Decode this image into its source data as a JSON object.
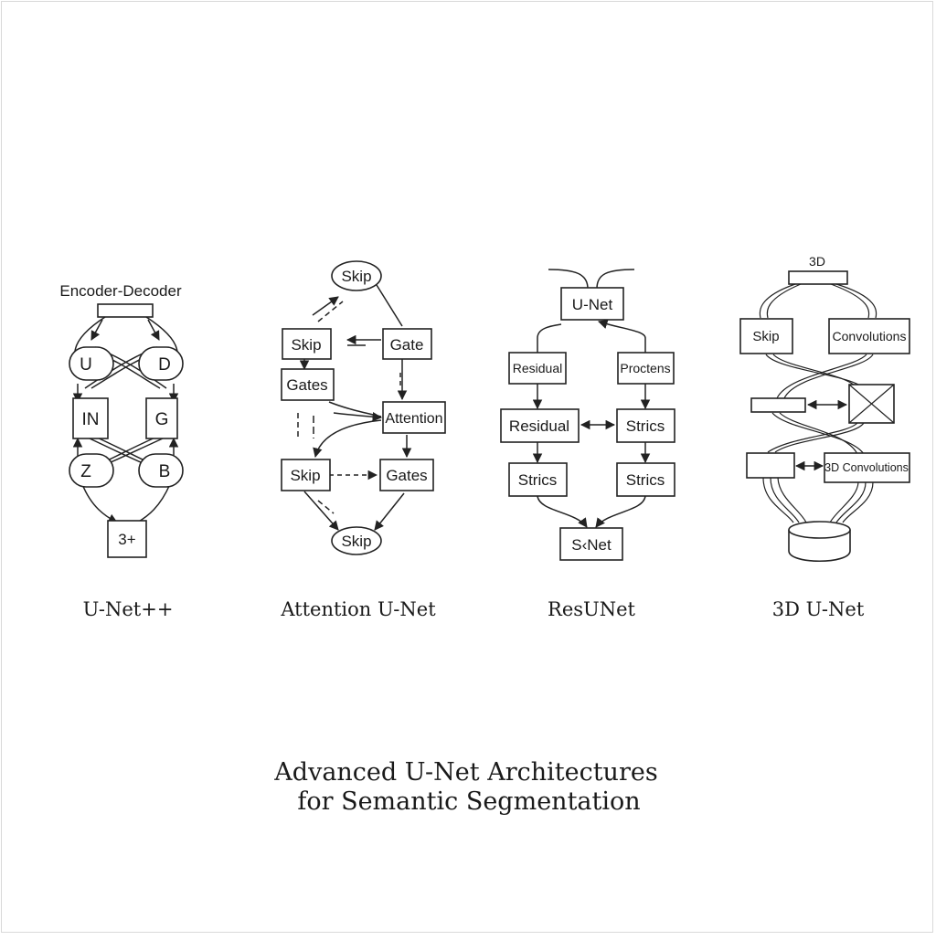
{
  "title": {
    "line1": "Advanced U-Net Architectures",
    "line2": "for Semantic Segmentation"
  },
  "unetpp": {
    "label": "Encoder-Decoder",
    "nodes": {
      "u": "U",
      "d": "D",
      "in": "IN",
      "g": "G",
      "z": "Z",
      "b": "B",
      "out": "3+"
    },
    "caption": "U-Net++"
  },
  "attention": {
    "nodes": {
      "skip_top": "Skip",
      "skip_left": "Skip",
      "gate": "Gate",
      "gates_left": "Gates",
      "attention": "Attention",
      "skip_low": "Skip",
      "gates_low": "Gates",
      "skip_bottom": "Skip"
    },
    "caption": "Attention U-Net"
  },
  "resunet": {
    "nodes": {
      "unet": "U-Net",
      "residual_left": "Residual",
      "proctens": "Proctens",
      "residual_mid": "Residual",
      "strics_mid": "Strics",
      "strics_left": "Strics",
      "strics_right": "Strics",
      "snet": "S‹Net"
    },
    "caption": "ResUNet"
  },
  "unet3d": {
    "label": "3D",
    "nodes": {
      "skip": "Skip",
      "convolutions": "Convolutions",
      "conv3d": "3D Convolutions"
    },
    "caption": "3D U-Net"
  }
}
